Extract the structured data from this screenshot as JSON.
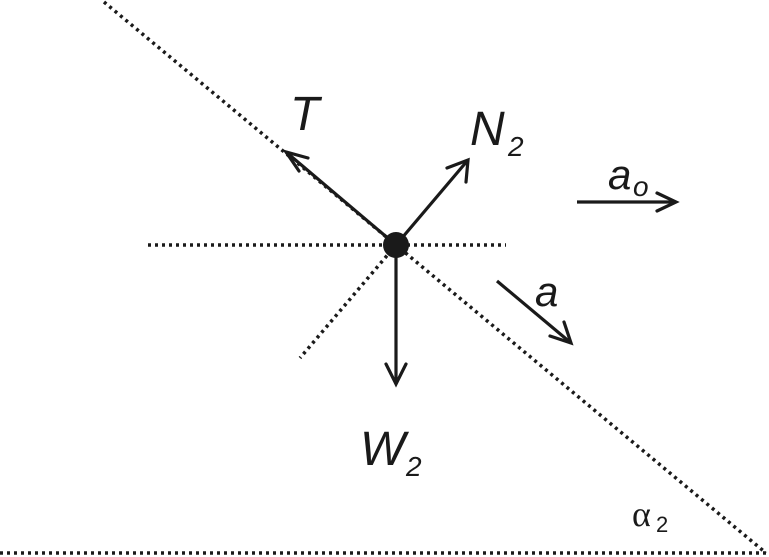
{
  "labels": {
    "tension": "T",
    "normal": "N",
    "normal_sub": "2",
    "weight": "W",
    "weight_sub": "2",
    "accel_frame": "a",
    "accel_frame_sub": "o",
    "accel": "a",
    "angle": "α",
    "angle_sub": "2"
  },
  "colors": {
    "ink": "#1a1a1a",
    "background": "#ffffff"
  }
}
